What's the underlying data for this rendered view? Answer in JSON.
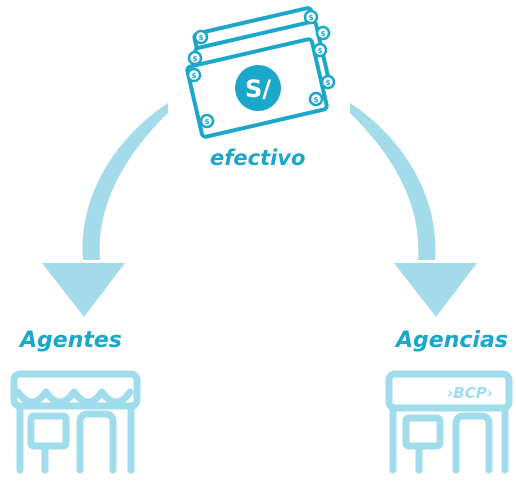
{
  "labels": {
    "cash": "efectivo",
    "left_destination": "Agentes",
    "right_destination": "Agencias"
  },
  "banknote": {
    "currency_symbol": "S/",
    "corner_mark": "$"
  },
  "agency_sign": "›BCP›",
  "colors": {
    "teal": "#1aa7c9",
    "arrow": "#a3dbea",
    "store_line": "#9fdcec",
    "note_line": "#1aa7c9"
  },
  "icons": [
    "banknote-stack-icon",
    "arrow-down-left-icon",
    "arrow-down-right-icon",
    "agent-store-icon",
    "bcp-agency-icon"
  ]
}
